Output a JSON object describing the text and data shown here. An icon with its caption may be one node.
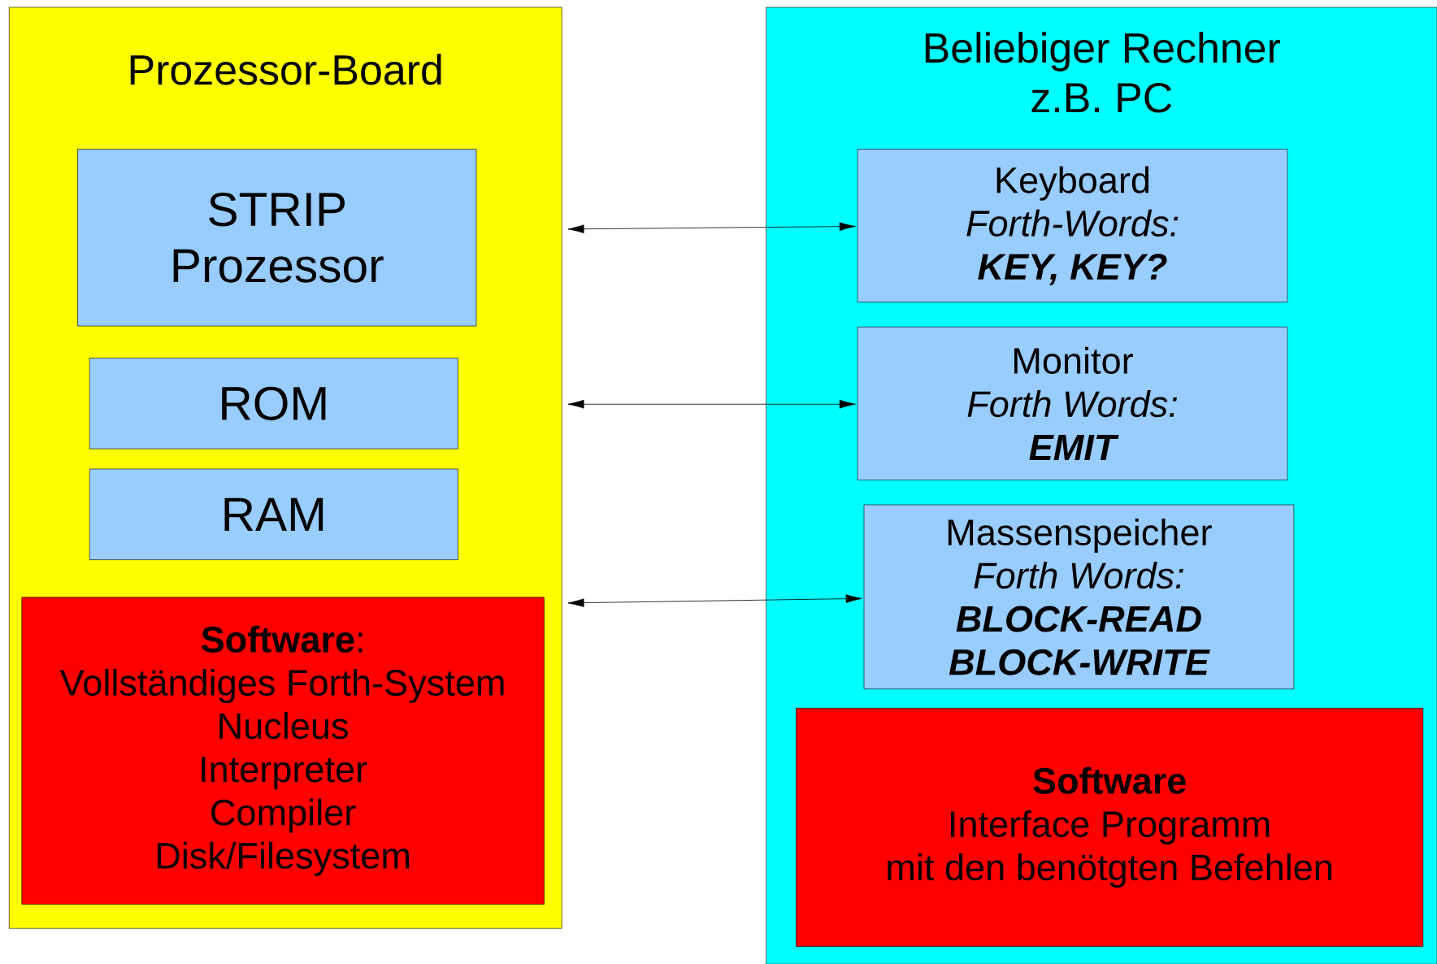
{
  "diagram": {
    "nodes": [
      {
        "text": [
          "Prozessor-Board"
        ]
      },
      {
        "text": [
          "STRIP Prozessor"
        ],
        "in": 0
      },
      {
        "text": [
          "ROM"
        ],
        "in": 0
      },
      {
        "text": [
          "RAM"
        ],
        "in": 0
      },
      {
        "text": [
          "**Software**:",
          "Vollständiges Forth-System",
          "Nucleus",
          "Interpreter",
          "Compiler",
          "Disk/Filesystem"
        ],
        "in": 0
      },
      {
        "text": [
          "Beliebiger Rechner",
          "z.B. PC"
        ]
      },
      {
        "text": [
          "Keyboard",
          "Forth-Words:",
          "KEY, KEY?"
        ],
        "in": 5
      },
      {
        "text": [
          "Monitor",
          "Forth Words:",
          "EMIT"
        ],
        "in": 5
      },
      {
        "text": [
          "Massenspeicher",
          "Forth Words:",
          "BLOCK-READ",
          "BLOCK-WRITE"
        ],
        "in": 5
      },
      {
        "text": [
          "Software",
          "Interface Programm",
          "mit den benötgten Befehlen"
        ],
        "in": 5
      }
    ],
    "edges": [
      {
        "from": 0,
        "to": 6,
        "arrow": "both"
      },
      {
        "from": 0,
        "to": 7,
        "arrow": "both"
      },
      {
        "from": 0,
        "to": 8,
        "arrow": "both"
      }
    ]
  }
}
